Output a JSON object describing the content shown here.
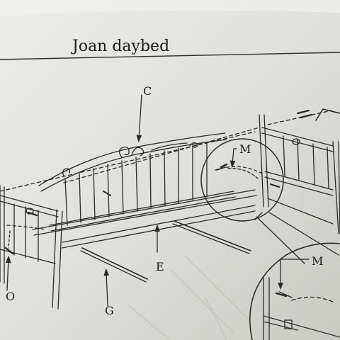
{
  "title": "Joan daybed",
  "labels": {
    "c": "C",
    "m_top": "M",
    "m_bottom": "M",
    "e": "E",
    "g": "G",
    "o": "O"
  },
  "colors": {
    "paper_light": "#e6e6e2",
    "paper_shadow": "#c8c8c3",
    "ink": "#2a2a2a"
  }
}
